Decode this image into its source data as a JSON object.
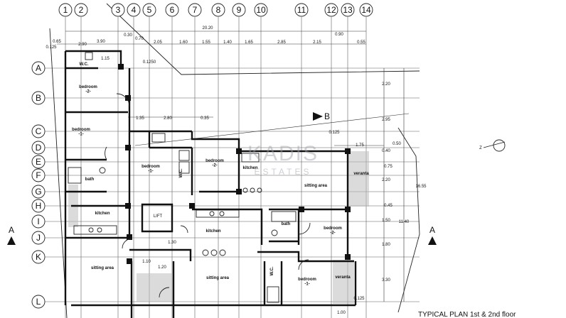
{
  "column_labels": [
    "1",
    "2",
    "3",
    "4",
    "5",
    "6",
    "7",
    "8",
    "9",
    "10",
    "11",
    "12",
    "13",
    "14"
  ],
  "row_labels": [
    "A",
    "B",
    "C",
    "D",
    "E",
    "F",
    "G",
    "H",
    "I",
    "J",
    "K",
    "L"
  ],
  "top_dimensions": {
    "total": "20.20",
    "row1": [
      "0.65",
      "0.125",
      "2.90",
      "3.90",
      "0.30",
      "0.70",
      "2.05",
      "1.60",
      "1.55",
      "1.40",
      "1.65",
      "2.85",
      "2.15",
      "0.90",
      "0.55"
    ],
    "misc": [
      "1.15",
      "0.1250",
      "1.35",
      "2.80",
      "0.35",
      "0.125",
      "1.75",
      "0.50"
    ]
  },
  "right_dimensions": [
    "2.20",
    "2.95",
    "0.40",
    "0.75",
    "2.20",
    "0.45",
    "1.50",
    "11.40",
    "16.55",
    "1.80",
    "3.30",
    "0.125"
  ],
  "bottom_dimensions": [
    "1.30",
    "1.10",
    "1.20",
    "1.00"
  ],
  "rooms": {
    "wc1": "W.C.",
    "bedroom2_tl": "bedroom\n-2-",
    "bedroom1_l": "bedroom\n-1-",
    "bath_l": "bath",
    "bedroom1_c": "bedroom\n-1-",
    "wc2": "W.C.",
    "bedroom2_c": "bedroom\n-2-",
    "kitchen_c": "kitchen",
    "sitting_c": "sitting area",
    "veranta_r": "veranta",
    "kitchen_l": "kitchen",
    "lift": "LIFT",
    "kitchen_m": "kitchen",
    "bath_r": "bath",
    "bedroom2_r": "bedroom\n-2-",
    "sitting_l": "sitting area",
    "sitting_m": "sitting area",
    "wc3": "W.C.",
    "bedroom1_r": "bedroom\n-1-",
    "veranta_b": "veranta"
  },
  "section_markers": {
    "left": "A",
    "right": "A",
    "b": "B",
    "north": "Z"
  },
  "watermark": {
    "brand": "KADIS",
    "sub": "ESTATES"
  },
  "title": "TYPICAL PLAN  1st & 2nd floor"
}
